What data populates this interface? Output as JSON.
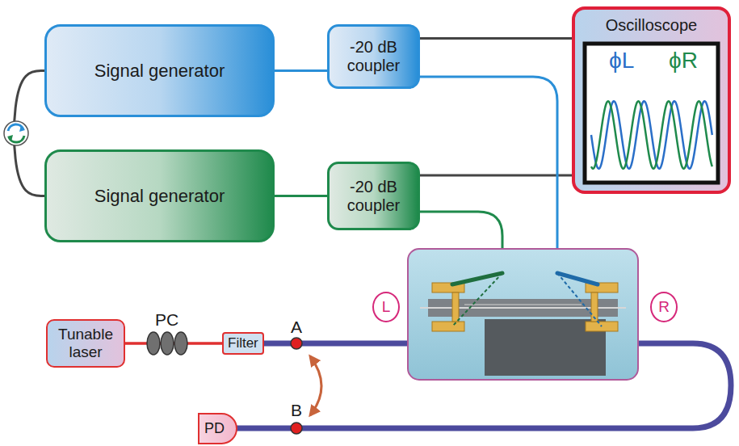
{
  "diagram": {
    "nodes": [
      {
        "text": [
          "Signal generator"
        ]
      },
      {
        "text": [
          "-20 dB coupler"
        ]
      },
      {
        "text": [
          "Oscilloscope"
        ]
      },
      {
        "text": [
          "Signal generator"
        ]
      },
      {
        "text": [
          "-20 dB coupler"
        ]
      },
      {
        "text": [
          "Tunable laser"
        ]
      },
      {
        "text": [
          "Filter"
        ]
      },
      {
        "text": [
          "PD"
        ]
      },
      {
        "text": [
          "L"
        ]
      },
      {
        "text": [
          "R"
        ]
      }
    ],
    "edges": [
      {
        "from": 0,
        "to": 1,
        "arrow": "none"
      },
      {
        "from": 1,
        "to": 2,
        "arrow": "none"
      },
      {
        "from": 3,
        "to": 4,
        "arrow": "none"
      },
      {
        "from": 4,
        "to": 2,
        "arrow": "none"
      },
      {
        "from": 0,
        "to": 3,
        "arrow": "none"
      },
      {
        "from": 5,
        "to": 6,
        "arrow": "none"
      }
    ],
    "labels": [
      "PC",
      "A",
      "B",
      "ϕL",
      "ϕR"
    ]
  }
}
